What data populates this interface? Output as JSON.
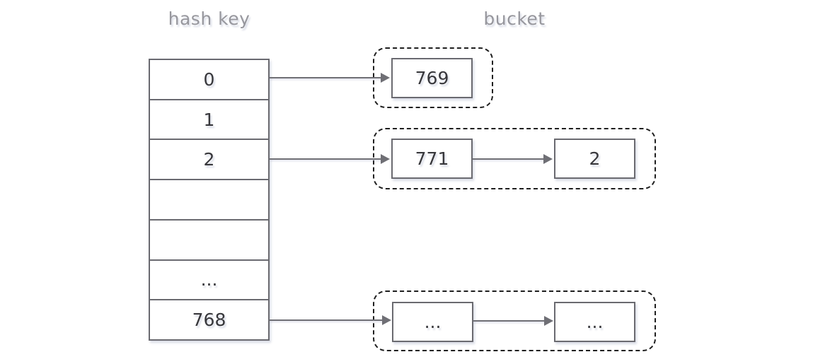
{
  "labels": {
    "hash_key": "hash key",
    "bucket": "bucket"
  },
  "hash_table": {
    "cells": [
      "0",
      "1",
      "2",
      "",
      "",
      "...",
      "768"
    ]
  },
  "buckets": [
    {
      "source_row": "0",
      "nodes": [
        "769"
      ]
    },
    {
      "source_row": "2",
      "nodes": [
        "771",
        "2"
      ]
    },
    {
      "source_row": "768",
      "nodes": [
        "...",
        "..."
      ]
    }
  ],
  "colors": {
    "background": "#ffffff",
    "box_border": "#6a6a70",
    "dashed_border": "#1f1f1f",
    "arrow": "#6f6f75",
    "text": "#38383c",
    "label_text": "#97979d",
    "shadow_tint": "rgba(140,150,180,0.32)"
  }
}
